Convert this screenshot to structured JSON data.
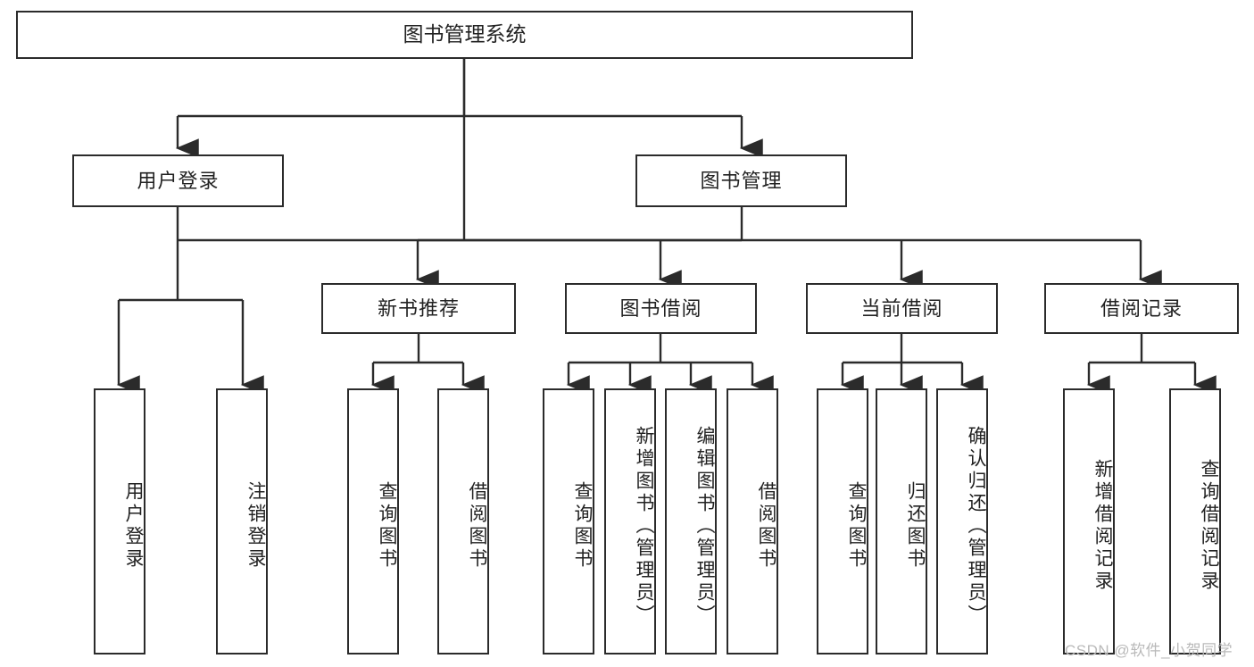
{
  "diagram": {
    "title": "图书管理系统",
    "type": "tree-hierarchy-diagram",
    "root": {
      "label": "图书管理系统"
    },
    "level2": [
      {
        "label": "用户登录"
      },
      {
        "label": "图书管理"
      }
    ],
    "level3": [
      {
        "label": "新书推荐"
      },
      {
        "label": "图书借阅"
      },
      {
        "label": "当前借阅"
      },
      {
        "label": "借阅记录"
      }
    ],
    "leaves": {
      "user_login": [
        {
          "label": "用户登录"
        },
        {
          "label": "注销登录"
        }
      ],
      "new_book_recommend": [
        {
          "label": "查询图书"
        },
        {
          "label": "借阅图书"
        }
      ],
      "book_borrow": [
        {
          "label": "查询图书"
        },
        {
          "label": "新增图书（管理员）"
        },
        {
          "label": "编辑图书（管理员）"
        },
        {
          "label": "借阅图书"
        }
      ],
      "current_borrow": [
        {
          "label": "查询图书"
        },
        {
          "label": "归还图书"
        },
        {
          "label": "确认归还（管理员）"
        }
      ],
      "borrow_record": [
        {
          "label": "新增借阅记录"
        },
        {
          "label": "查询借阅记录"
        }
      ]
    }
  },
  "watermark": {
    "text": "CSDN @软件_小贺同学"
  },
  "colors": {
    "stroke": "#2b2b2b",
    "background": "#ffffff",
    "text": "#222222",
    "watermark": "#b9b9b9"
  }
}
